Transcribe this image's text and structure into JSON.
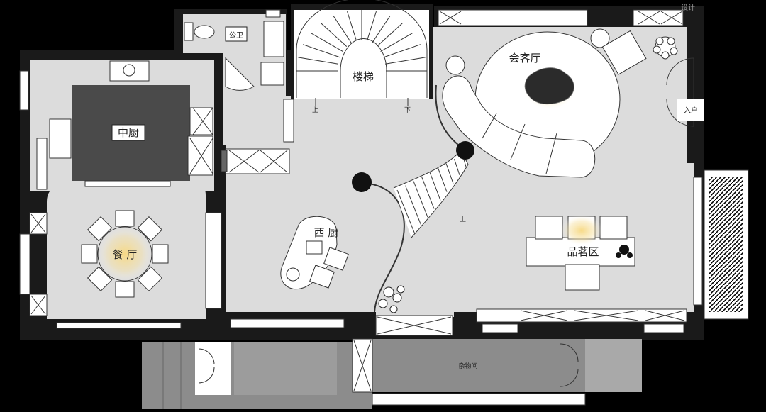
{
  "rooms": {
    "public_wc": "公卫",
    "stairs": "楼梯",
    "living_room": "会客厅",
    "entrance": "入户",
    "kitchen": "中厨",
    "dining": "餐 厅",
    "western_kitchen": "西 厨",
    "tea_area": "品茗区",
    "storage": "杂物间"
  },
  "stair_marks": {
    "up_left": "上",
    "down": "下",
    "up_curve": "上"
  },
  "watermark": "设计",
  "colors": {
    "background": "#000000",
    "floor": "#dcdcdc",
    "wall": "#1a1a1a",
    "kitchen_floor": "#4a4a4a",
    "terrace": "#8c8c8c",
    "furniture": "#ffffff",
    "accent_glow": "#f5d98a"
  }
}
